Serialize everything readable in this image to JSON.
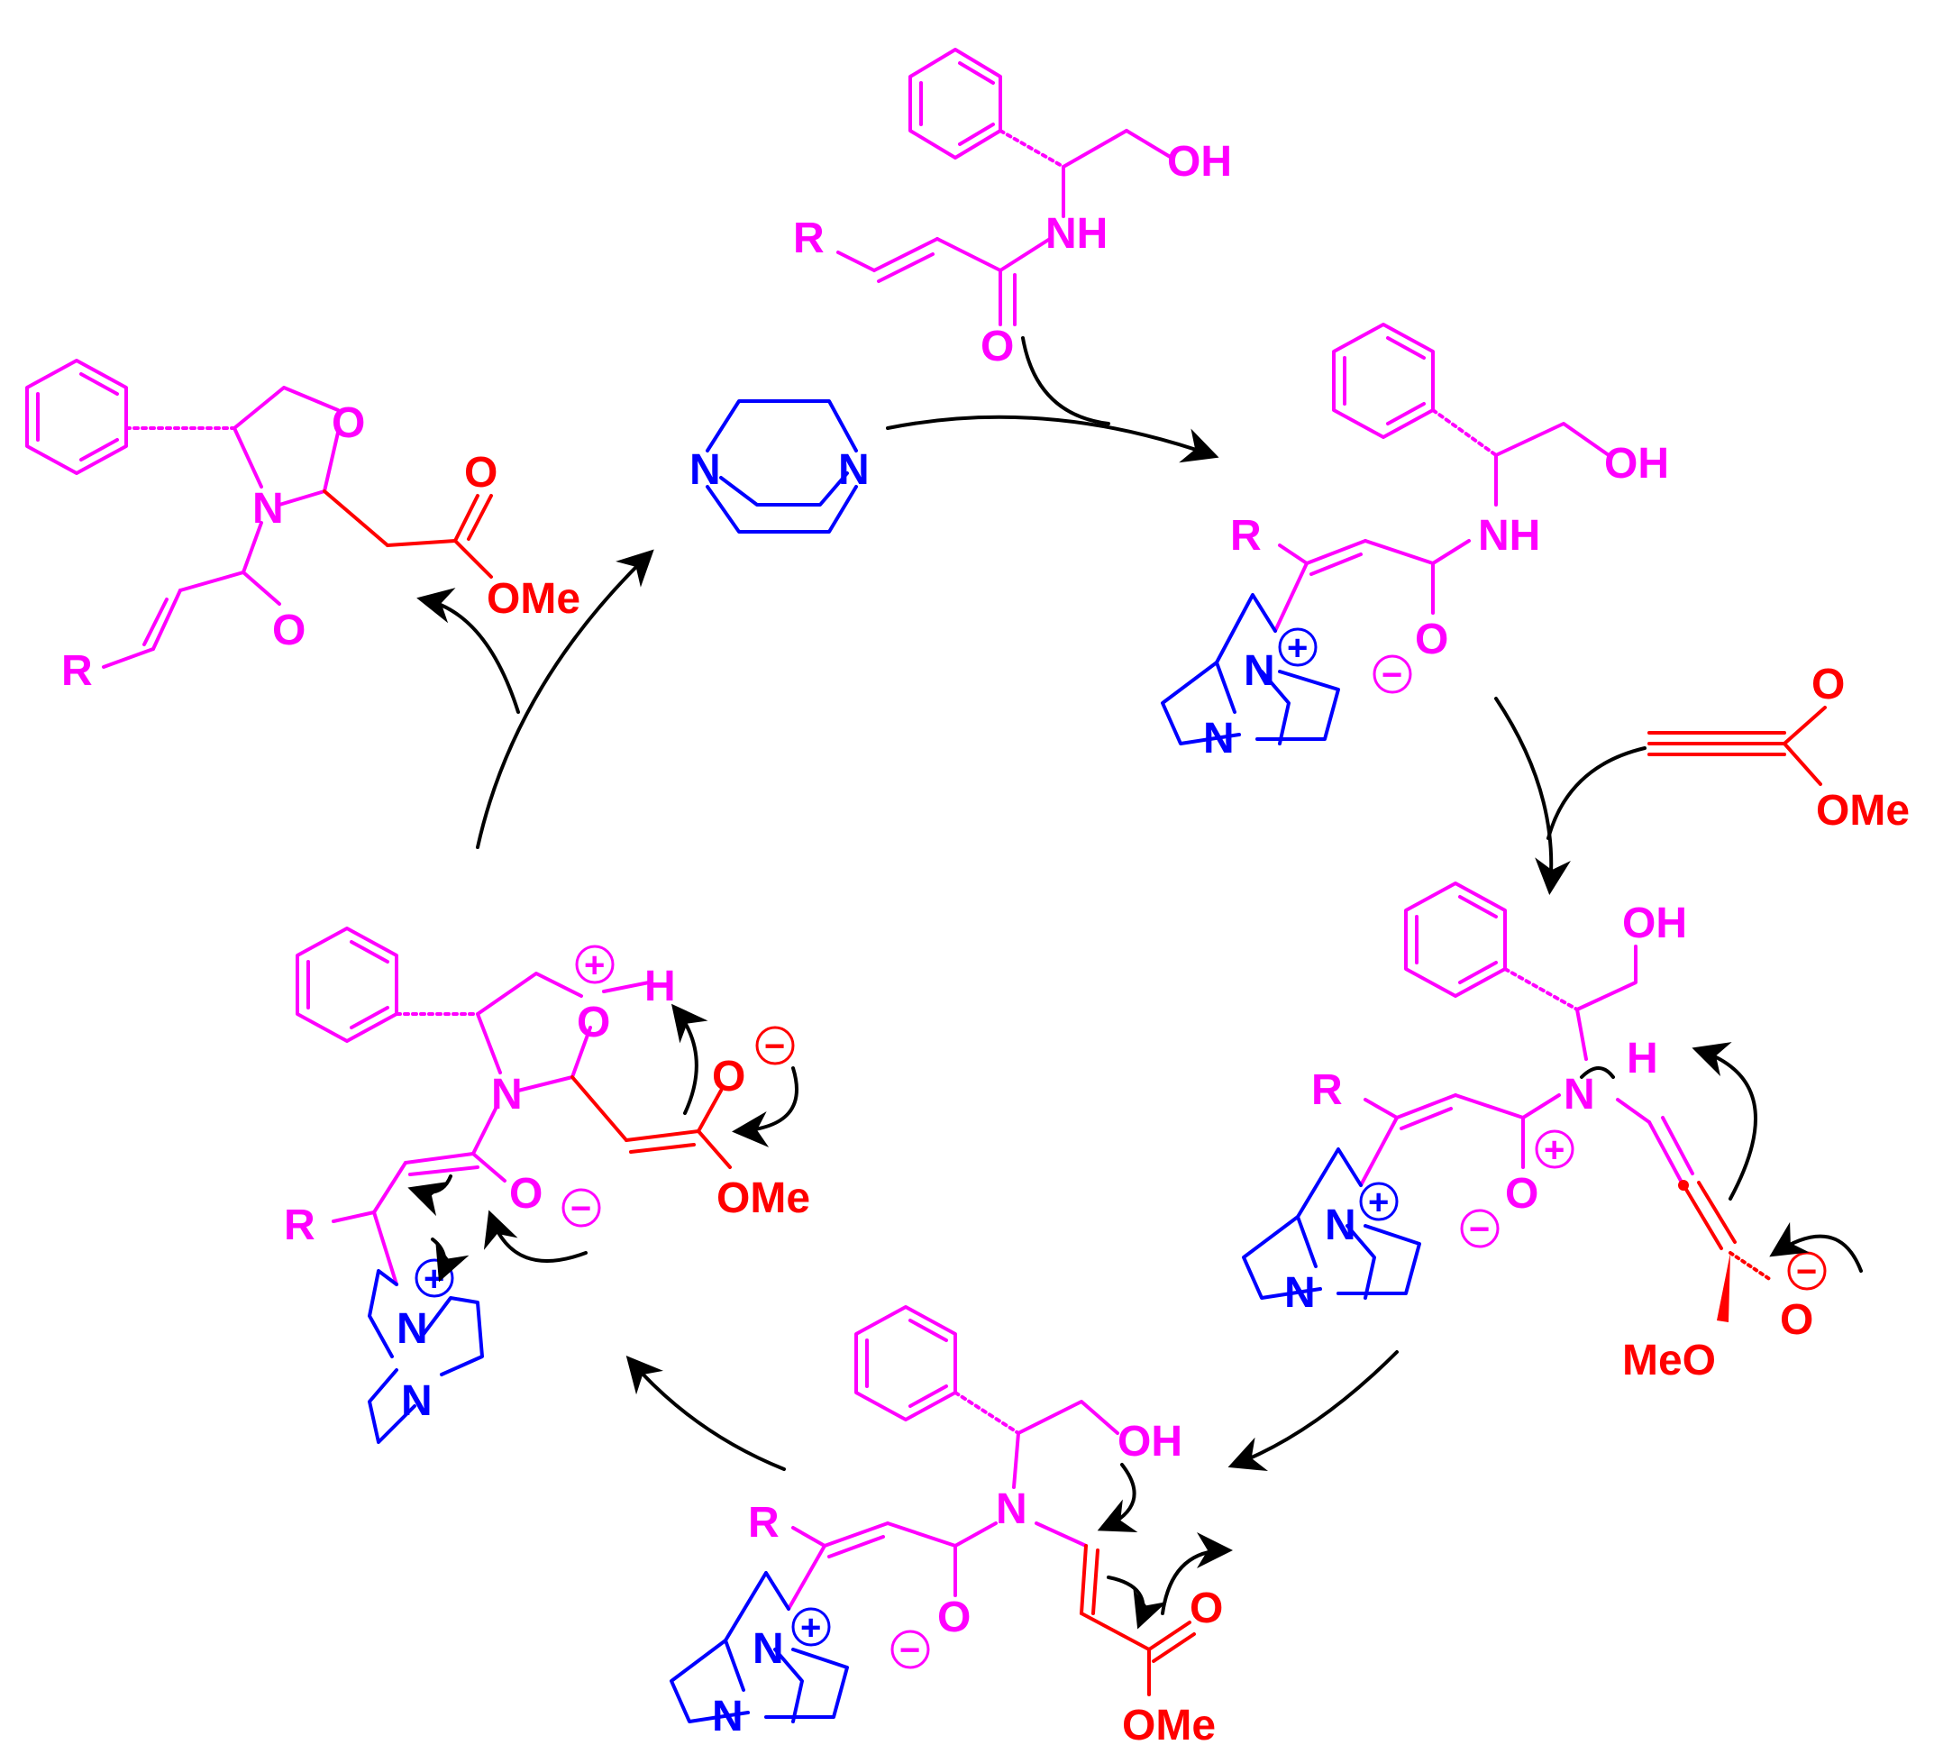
{
  "colors": {
    "substrate": "#ff00ff",
    "catalyst": "#0000ff",
    "propiolate": "#ff0000",
    "arrows": "#000000"
  },
  "text": {
    "OH": "OH",
    "NH": "NH",
    "O": "O",
    "N": "N",
    "R": "R",
    "H": "H",
    "OMe": "OMe",
    "MeO": "MeO",
    "plus": "+",
    "minus": "−"
  }
}
